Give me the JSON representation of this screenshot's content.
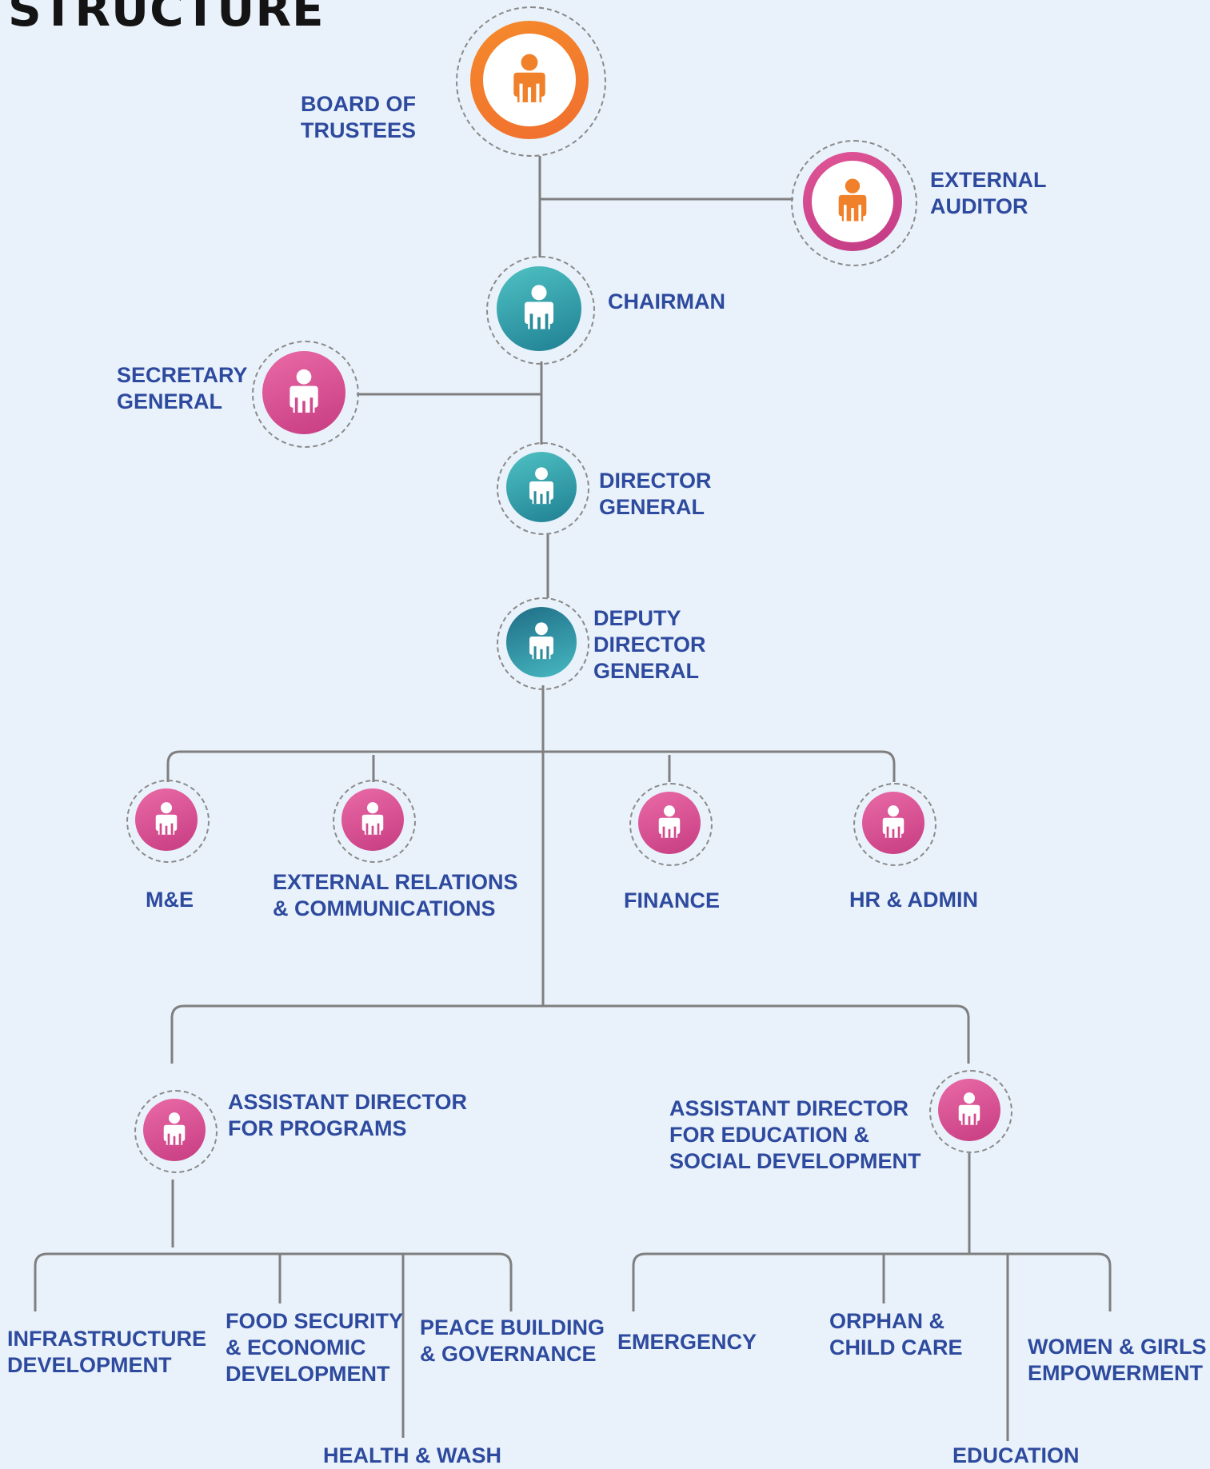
{
  "title": "STRUCTURE",
  "colors": {
    "label": "#2e4a9e",
    "line": "#7f7f7f",
    "orange": "#f0812a",
    "pink": "#d9508c",
    "teal": "#2f9ea5",
    "dark_teal": "#226f86"
  },
  "nodes": {
    "board_of_trustees": {
      "label": "BOARD OF\nTRUSTEES",
      "icon": "person-icon",
      "color": "orange"
    },
    "external_auditor": {
      "label": "EXTERNAL\nAUDITOR",
      "icon": "person-icon",
      "color": "orange-on-pink"
    },
    "chairman": {
      "label": "CHAIRMAN",
      "icon": "person-icon",
      "color": "teal"
    },
    "secretary_general": {
      "label": "SECRETARY\nGENERAL",
      "icon": "person-icon",
      "color": "pink"
    },
    "director_general": {
      "label": "DIRECTOR\nGENERAL",
      "icon": "person-icon",
      "color": "teal"
    },
    "deputy_director_general": {
      "label": "DEPUTY\nDIRECTOR\nGENERAL",
      "icon": "person-icon",
      "color": "dark-teal"
    },
    "m_e": {
      "label": "M&E",
      "icon": "person-icon",
      "color": "pink"
    },
    "external_relations": {
      "label": "EXTERNAL RELATIONS\n& COMMUNICATIONS",
      "icon": "person-icon",
      "color": "pink"
    },
    "finance": {
      "label": "FINANCE",
      "icon": "person-icon",
      "color": "pink"
    },
    "hr_admin": {
      "label": "HR & ADMIN",
      "icon": "person-icon",
      "color": "pink"
    },
    "ad_programs": {
      "label": "ASSISTANT DIRECTOR\nFOR PROGRAMS",
      "icon": "person-icon",
      "color": "pink"
    },
    "ad_education": {
      "label": "ASSISTANT DIRECTOR\nFOR EDUCATION &\nSOCIAL DEVELOPMENT",
      "icon": "person-icon",
      "color": "pink"
    }
  },
  "programs": [
    "INFRASTRUCTURE\nDEVELOPMENT",
    "FOOD SECURITY\n& ECONOMIC\nDEVELOPMENT",
    "HEALTH & WASH",
    "PEACE BUILDING\n& GOVERNANCE"
  ],
  "education_units": [
    "EMERGENCY",
    "ORPHAN &\nCHILD CARE",
    "EDUCATION",
    "WOMEN & GIRLS\nEMPOWERMENT"
  ]
}
